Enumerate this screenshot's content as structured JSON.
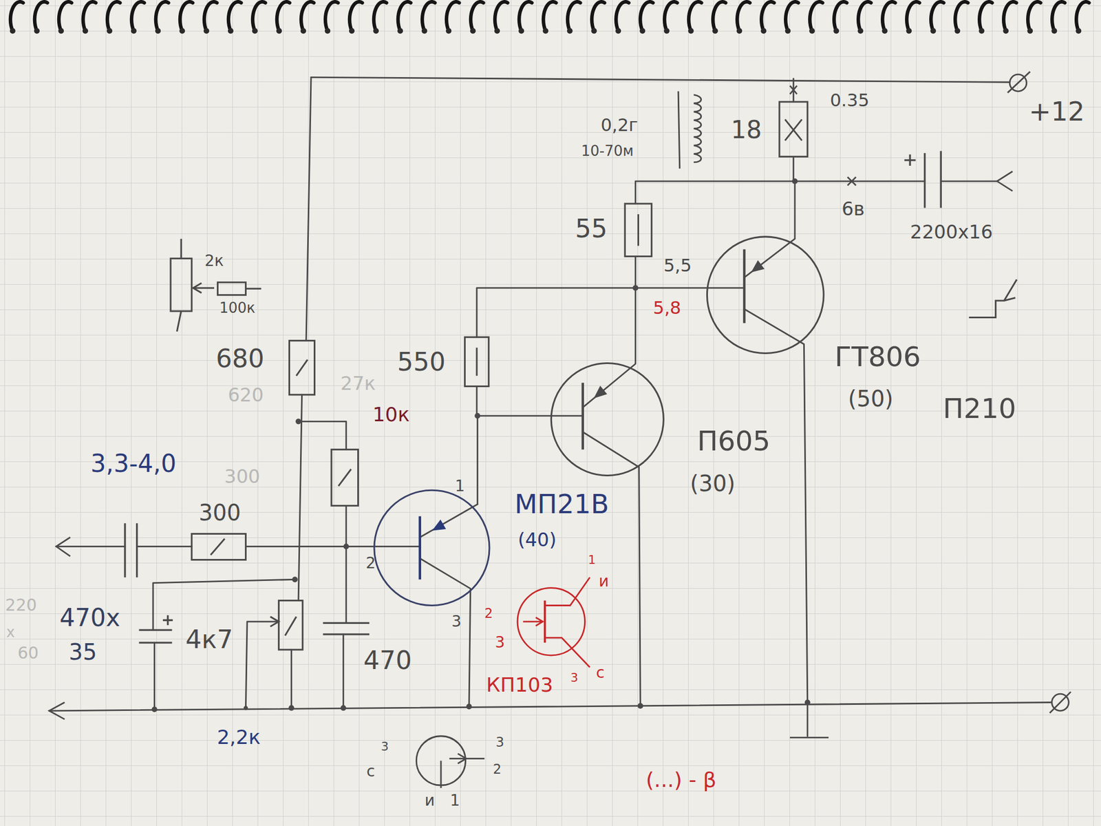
{
  "diagram": {
    "labels": [
      "+12",
      "0.35",
      "0,2г",
      "10-70м",
      "18",
      "6в",
      "2200x16",
      "55",
      "5,5",
      "5,8",
      "2к",
      "100к",
      "680",
      "620",
      "27к",
      "10к",
      "550",
      "ГТ806",
      "(50)",
      "П210",
      "П605",
      "(30)",
      "3,3-4,0",
      "300",
      "300",
      "1",
      "2",
      "3",
      "МП21В",
      "(40)",
      "220",
      "x",
      "60",
      "470x",
      "35",
      "4к7",
      "470",
      "2,2к",
      "1",
      "и",
      "2",
      "3",
      "с",
      "КП103",
      "3",
      "с",
      "3",
      "3",
      "2",
      "и",
      "1",
      "(...) - β"
    ]
  }
}
